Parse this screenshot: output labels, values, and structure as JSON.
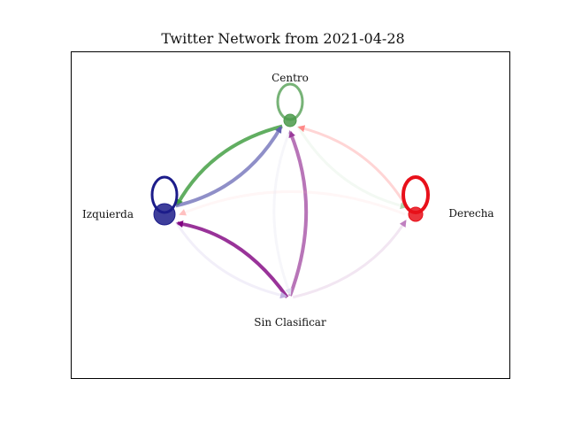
{
  "title": "Twitter Network from 2021-04-28",
  "nodes": [
    {
      "id": "centro",
      "label": "Centro",
      "color": "#4a9a4a"
    },
    {
      "id": "izquierda",
      "label": "Izquierda",
      "color": "#1c1c8a"
    },
    {
      "id": "derecha",
      "label": "Derecha",
      "color": "#e8101a"
    },
    {
      "id": "sin_clasificar",
      "label": "Sin Clasificar",
      "color": "#a050c0"
    }
  ],
  "edges": [
    {
      "from": "centro",
      "to": "izquierda",
      "color": "#3a9a3a",
      "opacity": 0.8
    },
    {
      "from": "izquierda",
      "to": "centro",
      "color": "#6060b0",
      "opacity": 0.7
    },
    {
      "from": "sin_clasificar",
      "to": "izquierda",
      "color": "#800080",
      "opacity": 0.8
    },
    {
      "from": "sin_clasificar",
      "to": "centro",
      "color": "#9a3a9a",
      "opacity": 0.7
    },
    {
      "from": "derecha",
      "to": "centro",
      "color": "#ff8888",
      "opacity": 0.35
    },
    {
      "from": "sin_clasificar",
      "to": "derecha",
      "color": "#c080c0",
      "opacity": 0.2
    },
    {
      "from": "izquierda",
      "to": "sin_clasificar",
      "color": "#c0b0e0",
      "opacity": 0.2
    },
    {
      "from": "derecha",
      "to": "izquierda",
      "color": "#ffc0c0",
      "opacity": 0.15
    },
    {
      "from": "centro",
      "to": "derecha",
      "color": "#b0d8b0",
      "opacity": 0.15
    },
    {
      "from": "centro",
      "to": "sin_clasificar",
      "color": "#e0e0f0",
      "opacity": 0.3
    }
  ]
}
